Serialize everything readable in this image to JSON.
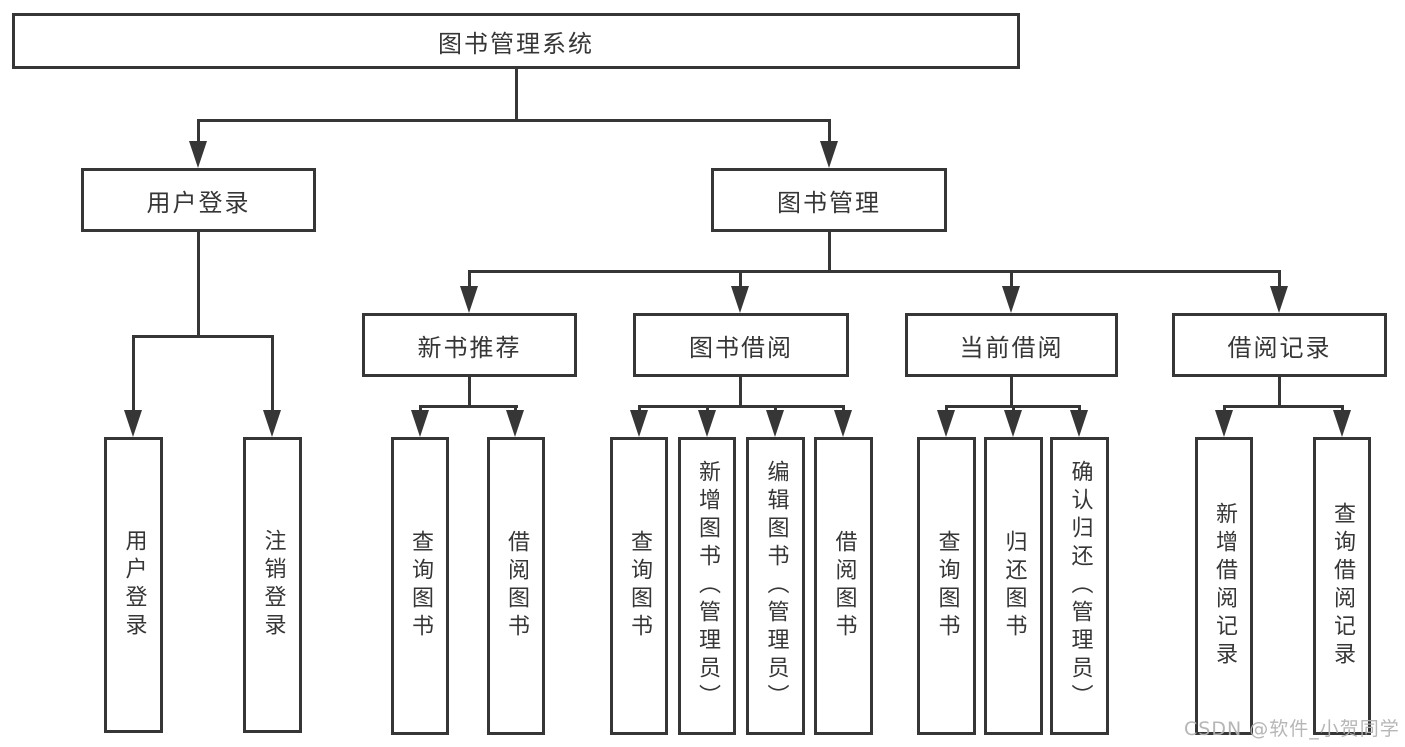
{
  "nodes": {
    "root": "图书管理系统",
    "user_login": "用户登录",
    "book_mgmt": "图书管理",
    "new_book_rec": "新书推荐",
    "book_borrow": "图书借阅",
    "current_borrow": "当前借阅",
    "borrow_records": "借阅记录"
  },
  "leaves": {
    "user_login": [
      "用户登录",
      "注销登录"
    ],
    "new_book_rec": [
      "查询图书",
      "借阅图书"
    ],
    "book_borrow": [
      "查询图书",
      "新增图书（管理员）",
      "编辑图书（管理员）",
      "借阅图书"
    ],
    "current_borrow": [
      "查询图书",
      "归还图书",
      "确认归还（管理员）"
    ],
    "borrow_records": [
      "新增借阅记录",
      "查询借阅记录"
    ]
  },
  "watermark": "CSDN @软件_小贺同学",
  "colors": {
    "line": "#363636",
    "box_background": "#ffffff",
    "watermark": "#b2b2b2"
  }
}
